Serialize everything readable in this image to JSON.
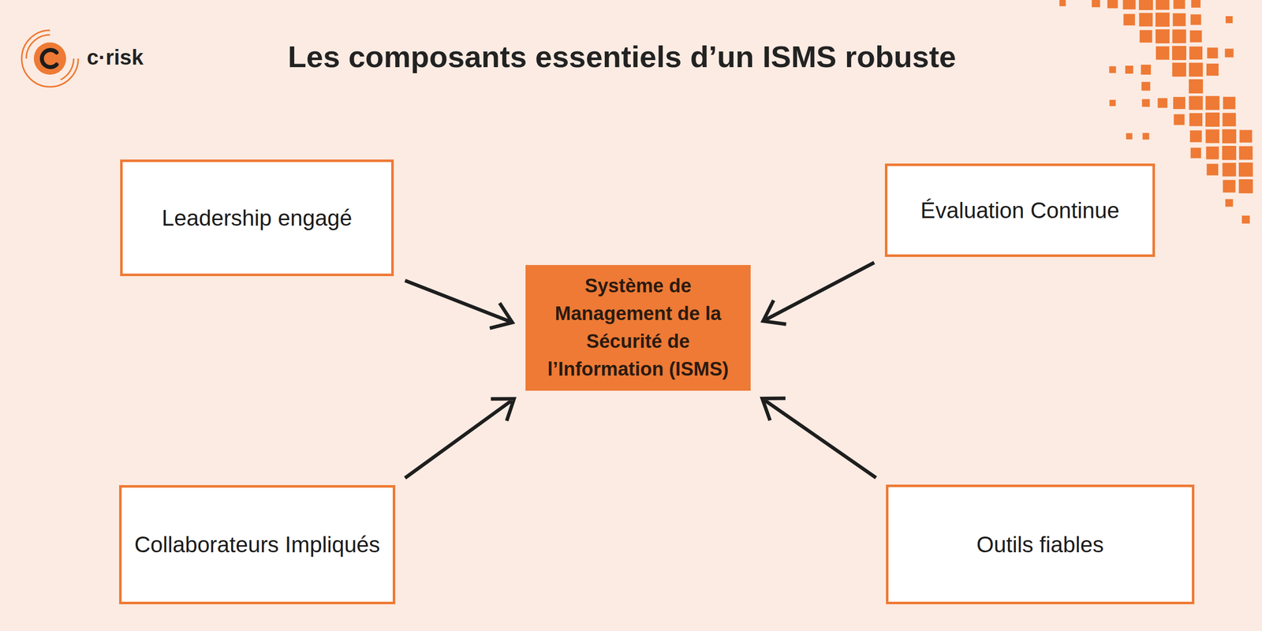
{
  "diagram": {
    "title": "Les composants essentiels d’un ISMS robuste",
    "nodes": [
      {
        "text": [
          "Leadership engagé"
        ]
      },
      {
        "text": [
          "Évaluation Continue"
        ]
      },
      {
        "text": [
          "Système de Management de la Sécurité de l’Information (ISMS)"
        ]
      },
      {
        "text": [
          "Collaborateurs Impliqués"
        ]
      },
      {
        "text": [
          "Outils fiables"
        ]
      }
    ],
    "edges": [
      {
        "from": 0,
        "to": 2,
        "arrow": "to"
      },
      {
        "from": 1,
        "to": 2,
        "arrow": "to"
      },
      {
        "from": 3,
        "to": 2,
        "arrow": "to"
      },
      {
        "from": 4,
        "to": 2,
        "arrow": "to"
      }
    ],
    "labels": [
      "c·risk"
    ]
  }
}
